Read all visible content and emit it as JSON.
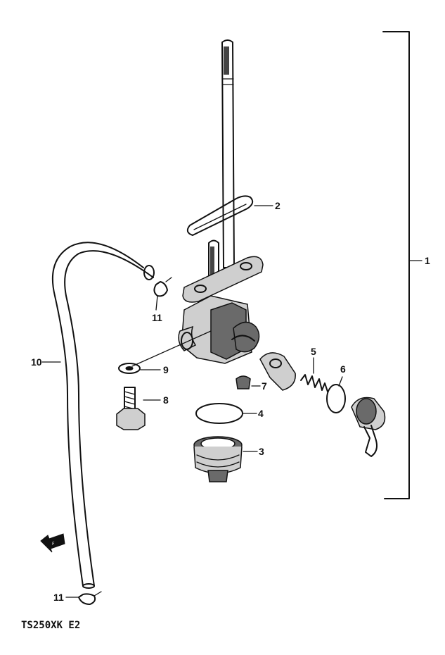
{
  "diagram": {
    "model_code": "TS250XK E2",
    "colors": {
      "ink": "#111111",
      "paper": "#ffffff"
    },
    "callouts": [
      {
        "id": "1",
        "label": "1"
      },
      {
        "id": "2",
        "label": "2"
      },
      {
        "id": "3",
        "label": "3"
      },
      {
        "id": "4",
        "label": "4"
      },
      {
        "id": "5",
        "label": "5"
      },
      {
        "id": "6",
        "label": "6"
      },
      {
        "id": "7",
        "label": "7"
      },
      {
        "id": "8",
        "label": "8"
      },
      {
        "id": "9",
        "label": "9"
      },
      {
        "id": "10",
        "label": "10"
      },
      {
        "id": "11a",
        "label": "11"
      },
      {
        "id": "11b",
        "label": "11"
      }
    ]
  }
}
